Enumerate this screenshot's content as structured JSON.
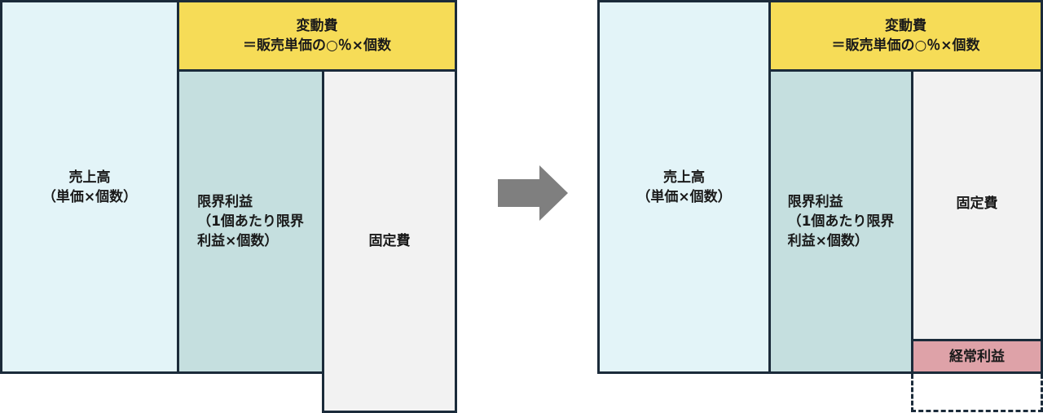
{
  "left_diagram": {
    "sales": "売上高\n（単価×個数）",
    "variable_cost": "変動費\n＝販売単価の○％×個数",
    "marginal_profit": "限界利益\n（1個あたり限界\n利益×個数）",
    "fixed_cost": "固定費"
  },
  "right_diagram": {
    "sales": "売上高\n（単価×個数）",
    "variable_cost": "変動費\n＝販売単価の○％×個数",
    "marginal_profit": "限界利益\n（1個あたり限界\n利益×個数）",
    "fixed_cost": "固定費",
    "ordinary_profit": "経常利益"
  },
  "colors": {
    "sales": "#e3f4f8",
    "variable_cost": "#f6dc57",
    "marginal_profit": "#c5dfdf",
    "fixed_cost": "#f2f2f2",
    "ordinary_profit": "#dea2a8",
    "arrow": "#7f7f7f",
    "border": "#1b2b3a"
  }
}
